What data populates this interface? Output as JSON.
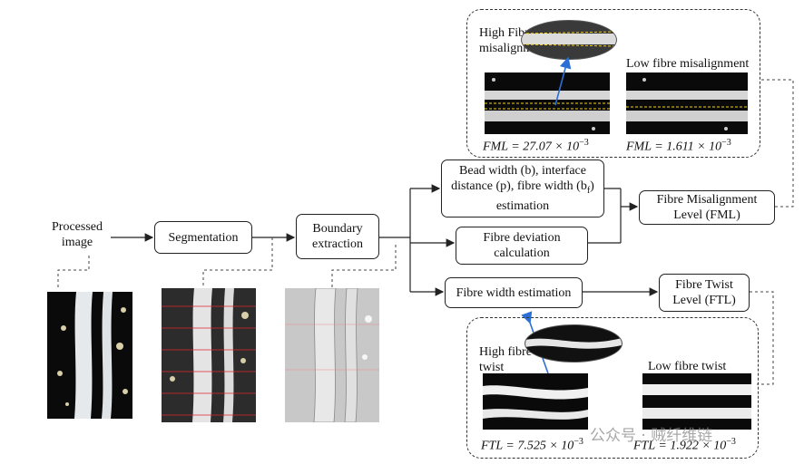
{
  "labels": {
    "processed": "Processed image",
    "segmentation": "Segmentation",
    "boundary": "Boundary extraction",
    "bead": "Bead width (b), interface distance (p), fibre width (b",
    "bead_sub": "f",
    "bead_tail": ") estimation",
    "deviation": "Fibre deviation calculation",
    "fml_box": "Fibre Misalignment Level (FML)",
    "fwe": "Fibre width estimation",
    "ftl_box": "Fibre Twist Level (FTL)"
  },
  "panel_top": {
    "high_label": "High Fibre misalignment",
    "low_label": "Low fibre misalignment",
    "fml_high": "FML = 27.07 × 10",
    "fml_high_exp": "−3",
    "fml_low": "FML = 1.611 × 10",
    "fml_low_exp": "−3"
  },
  "panel_bottom": {
    "high_label": "High fibre twist",
    "low_label": "Low fibre twist",
    "ftl_high": "FTL = 7.525 × 10",
    "ftl_high_exp": "−3",
    "ftl_low": "FTL = 1.922 × 10",
    "ftl_low_exp": "−3"
  },
  "watermark": "公众号 · 贼纤维链",
  "colors": {
    "box_border": "#222222",
    "arrow_blue": "#2b6fd6",
    "guide_yellow": "#f3d21a",
    "grid_red": "#e0262e"
  }
}
